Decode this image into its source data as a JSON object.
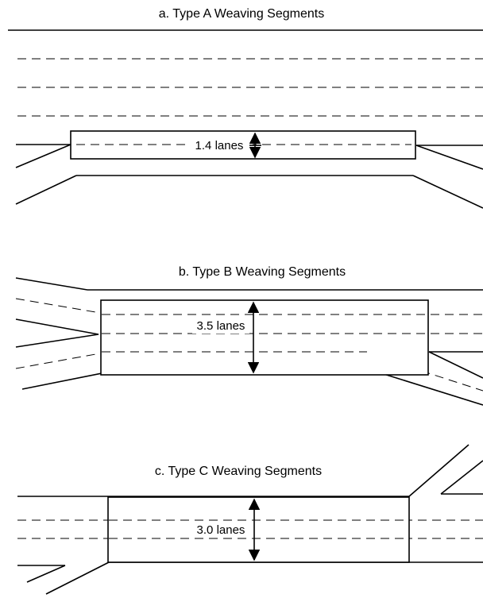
{
  "panels": {
    "a": {
      "title": "a. Type A Weaving Segments",
      "lanes_label": "1.4 lanes"
    },
    "b": {
      "title": "b. Type B Weaving Segments",
      "lanes_label": "3.5 lanes"
    },
    "c": {
      "title": "c. Type C Weaving Segments",
      "lanes_label": "3.0 lanes"
    }
  }
}
